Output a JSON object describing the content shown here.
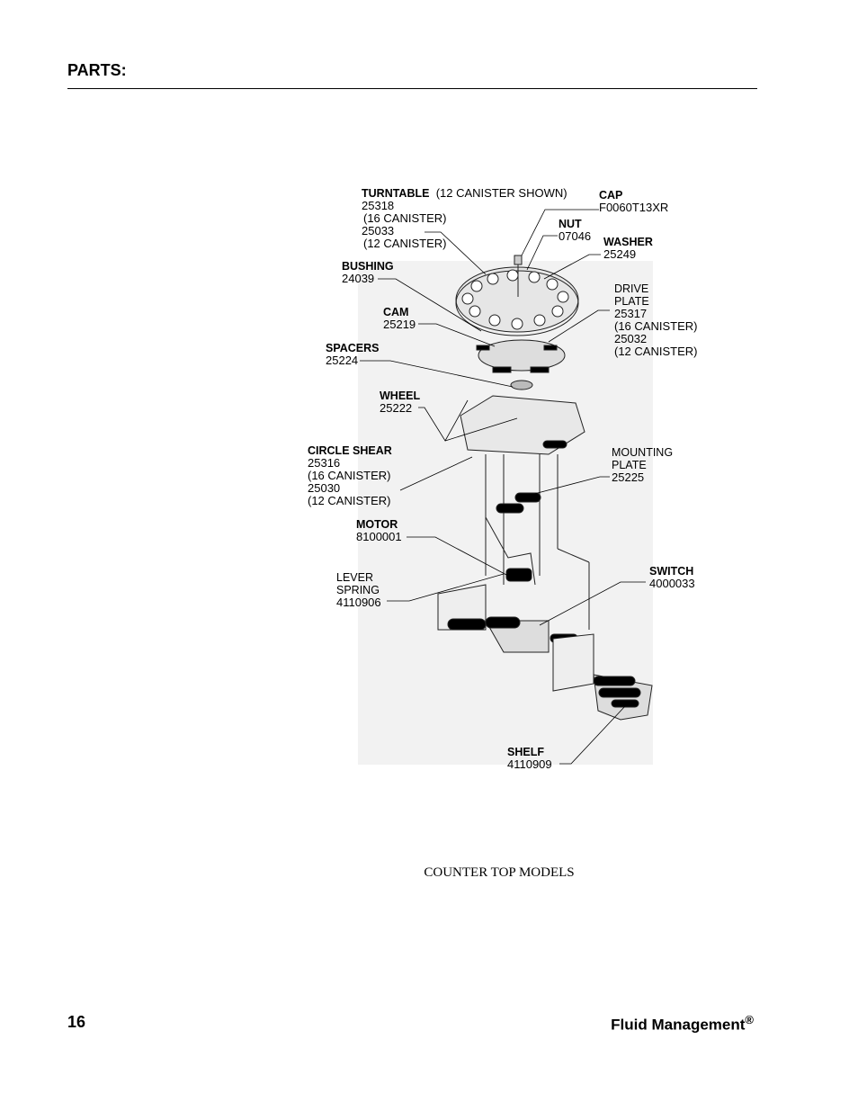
{
  "header": {
    "title": "PARTS:"
  },
  "labels": {
    "turntable": {
      "name": "TURNTABLE",
      "note": "(12 CANISTER SHOWN)",
      "lines": [
        "25318",
        "(16 CANISTER)",
        "25033",
        "(12 CANISTER)"
      ]
    },
    "cap": {
      "name": "CAP",
      "lines": [
        "F0060T13XR"
      ]
    },
    "nut": {
      "name": "NUT",
      "lines": [
        "07046"
      ]
    },
    "washer": {
      "name": "WASHER",
      "lines": [
        "25249"
      ]
    },
    "bushing": {
      "name": "BUSHING",
      "lines": [
        "24039"
      ]
    },
    "drive_plate": {
      "name1": "DRIVE",
      "name2": "PLATE",
      "lines": [
        "25317",
        "(16 CANISTER)",
        "25032",
        "(12 CANISTER)"
      ]
    },
    "cam": {
      "name": "CAM",
      "lines": [
        "25219"
      ]
    },
    "spacers": {
      "name": "SPACERS",
      "lines": [
        "25224"
      ]
    },
    "wheel": {
      "name": "WHEEL",
      "lines": [
        "25222"
      ]
    },
    "circle_shear": {
      "name": "CIRCLE SHEAR",
      "lines": [
        "25316",
        "(16 CANISTER)",
        "25030",
        "(12 CANISTER)"
      ]
    },
    "mounting_plate": {
      "name1": "MOUNTING",
      "name2": "PLATE",
      "lines": [
        "25225"
      ]
    },
    "motor": {
      "name": "MOTOR",
      "lines": [
        "8100001"
      ]
    },
    "switch": {
      "name": "SWITCH",
      "lines": [
        "4000033"
      ]
    },
    "lever_spring": {
      "name1": "LEVER",
      "name2": "SPRING",
      "lines": [
        "4110906"
      ]
    },
    "shelf": {
      "name": "SHELF",
      "lines": [
        "4110909"
      ]
    }
  },
  "caption": "COUNTER TOP MODELS",
  "footer": {
    "page_number": "16",
    "brand": "Fluid Management",
    "brand_mark": "®"
  }
}
